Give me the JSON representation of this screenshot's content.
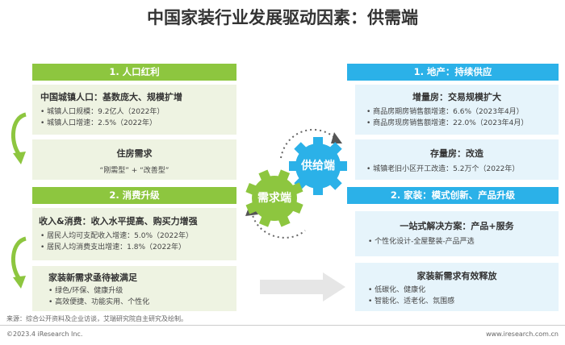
{
  "title": "中国家装行业发展驱动因素：供需端",
  "left": {
    "s1": {
      "header": "1. 人口红利",
      "card1": {
        "title": "中国城镇人口：基数庞大、规模扩增",
        "bullets": [
          "城镇人口规模：9.2亿人（2022年）",
          "城镇人口增速：2.5%（2022年）"
        ]
      },
      "card2": {
        "title": "住房需求",
        "sub": "“刚需型” + “改善型”"
      }
    },
    "s2": {
      "header": "2. 消费升级",
      "card1": {
        "title": "收入&消费：收入水平提高、购买力增强",
        "bullets": [
          "居民人均可支配收入增速：5.0%（2022年）",
          "居民人均消费支出增速：1.8%（2022年）"
        ]
      },
      "card2": {
        "title": "家装新需求亟待被满足",
        "bullets": [
          "绿色/环保、健康升级",
          "高效便捷、功能实用、个性化"
        ]
      }
    }
  },
  "right": {
    "s1": {
      "header": "1. 地产：持续供应",
      "card1": {
        "title": "增量房：交易规模扩大",
        "bullets": [
          "商品房期房销售额增速：6.6%（2023年4月）",
          "商品房现房销售额增速：22.0%（2023年4月）"
        ]
      },
      "card2": {
        "title": "存量房：改造",
        "bullets": [
          "城镇老旧小区开工改造：5.2万个（2022年）"
        ]
      }
    },
    "s2": {
      "header": "2. 家装：模式创新、产品升级",
      "card1": {
        "title": "一站式解决方案：产品+服务",
        "bullets": [
          "个性化设计-全屋整装-产品严选"
        ]
      },
      "card2": {
        "title": "家装新需求有效释放",
        "bullets": [
          "低碳化、健康化",
          "智能化、适老化、氛围感"
        ]
      }
    }
  },
  "gears": {
    "demand": "需求端",
    "supply": "供给端"
  },
  "source": "来源：综合公开资料及企业访谈，艾瑞研究院自主研究及绘制。",
  "copyright": "©2023.4 iResearch Inc.",
  "website": "www.iresearch.com.cn",
  "colors": {
    "green": "#8dc63f",
    "blue": "#2bb1e8",
    "green_panel": "#eef3e2",
    "blue_panel": "#e6f4fb"
  }
}
